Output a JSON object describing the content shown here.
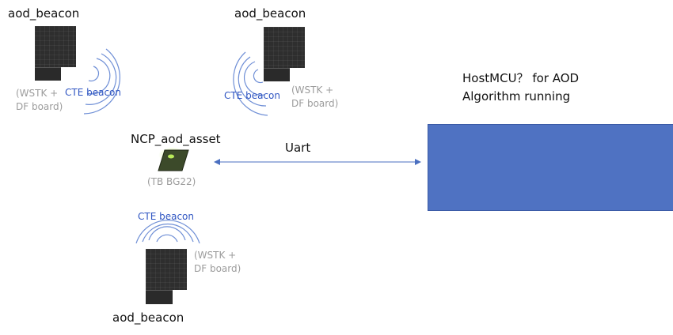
{
  "beacons": [
    {
      "label": "aod_beacon",
      "note_line1": "(WSTK +",
      "note_line2": "DF board)",
      "signal": "CTE beacon"
    },
    {
      "label": "aod_beacon",
      "note_line1": "(WSTK +",
      "note_line2": "DF board)",
      "signal": "CTE beacon"
    },
    {
      "label": "aod_beacon",
      "note_line1": "(WSTK +",
      "note_line2": "DF board)",
      "signal": "CTE beacon"
    }
  ],
  "asset": {
    "label": "NCP_aod_asset",
    "note": "(TB BG22)"
  },
  "link": {
    "label": "Uart"
  },
  "host": {
    "line1": "HostMCU？ for AOD",
    "line2": "Algorithm running"
  },
  "colors": {
    "host_fill": "#4f72c2",
    "signal_text": "#2f55c2",
    "wave_stroke": "#6f8fd6",
    "note_text": "#9c9c9c",
    "arrow": "#4a6fc0"
  }
}
